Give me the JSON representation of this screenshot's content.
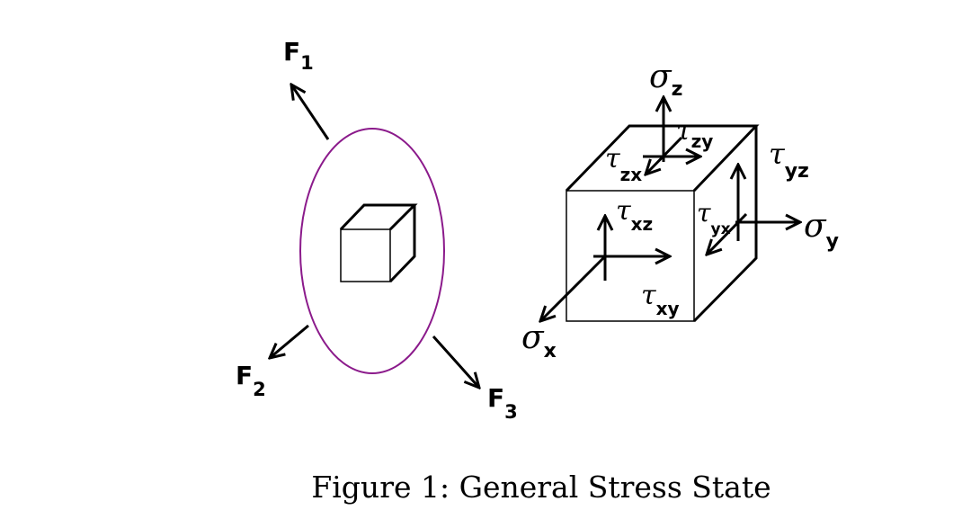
{
  "left_diagram": {
    "forces": [
      {
        "name": "F",
        "sub": "1"
      },
      {
        "name": "F",
        "sub": "2"
      },
      {
        "name": "F",
        "sub": "3"
      }
    ],
    "boundary_color": "#8b1a8b"
  },
  "right_diagram": {
    "stresses": [
      {
        "sym": "σ",
        "sub": "z"
      },
      {
        "sym": "σ",
        "sub": "y"
      },
      {
        "sym": "σ",
        "sub": "x"
      },
      {
        "sym": "τ",
        "sub": "zy"
      },
      {
        "sym": "τ",
        "sub": "zx"
      },
      {
        "sym": "τ",
        "sub": "yz"
      },
      {
        "sym": "τ",
        "sub": "xz"
      },
      {
        "sym": "τ",
        "sub": "yx"
      },
      {
        "sym": "τ",
        "sub": "xy"
      }
    ]
  },
  "caption": "Figure 1: General Stress State"
}
